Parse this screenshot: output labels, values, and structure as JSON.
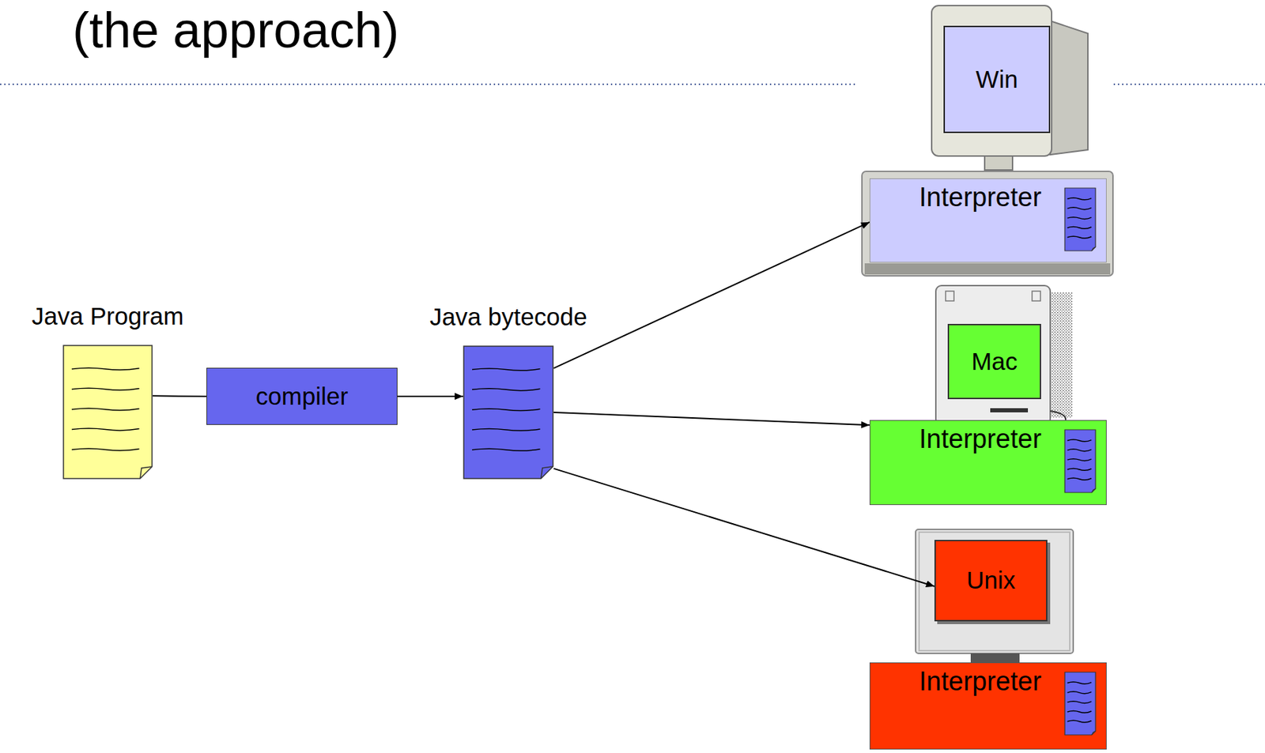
{
  "diagram": {
    "title": "(the approach)",
    "nodes": [
      {
        "text": [
          "Java Program"
        ]
      },
      {
        "text": [
          "compiler"
        ]
      },
      {
        "text": [
          "Java bytecode"
        ]
      },
      {
        "text": [
          "Win"
        ]
      },
      {
        "text": [
          "Interpreter"
        ]
      },
      {
        "text": [
          "Mac"
        ]
      },
      {
        "text": [
          "Interpreter"
        ]
      },
      {
        "text": [
          "Unix"
        ]
      },
      {
        "text": [
          "Interpreter"
        ]
      }
    ],
    "edges": [
      {
        "from": 0,
        "to": 1,
        "arrow": "none"
      },
      {
        "from": 1,
        "to": 2,
        "arrow": "to"
      },
      {
        "from": 2,
        "to": 4,
        "arrow": "to"
      },
      {
        "from": 2,
        "to": 6,
        "arrow": "to"
      },
      {
        "from": 2,
        "to": 7,
        "arrow": "to"
      }
    ]
  }
}
